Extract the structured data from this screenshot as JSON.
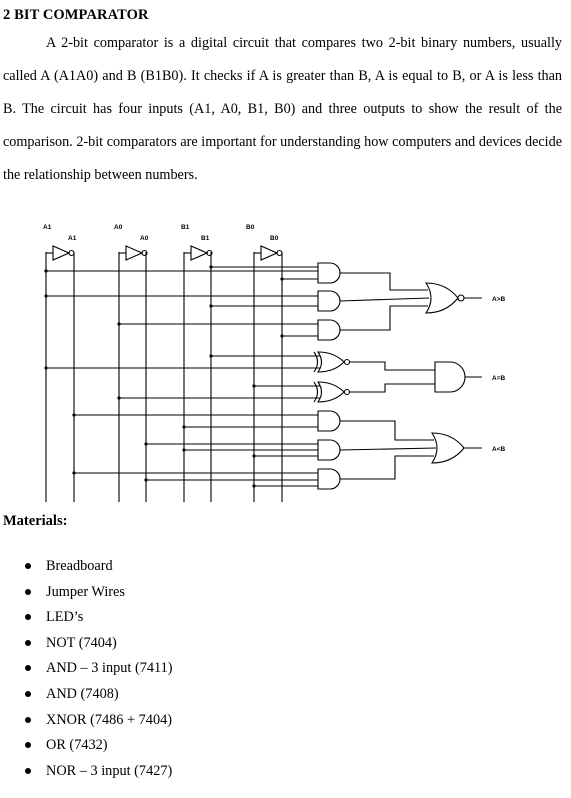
{
  "document": {
    "title": "2 BIT COMPARATOR",
    "paragraph": "A 2-bit comparator is a digital circuit that compares two 2-bit binary numbers, usually called A (A1A0) and B (B1B0). It checks if A is greater than B, A is equal to B, or A is less than B. The circuit has four inputs (A1, A0, B1, B0) and three outputs to show the result of the comparison. 2-bit comparators are important for understanding how computers and devices decide the relationship between numbers."
  },
  "diagram": {
    "inputs_top": [
      "A1",
      "A0",
      "B1",
      "B0"
    ],
    "inputs_inverter": [
      "A1",
      "A0",
      "B1",
      "B0"
    ],
    "outputs": [
      "A>B",
      "A=B",
      "A<B"
    ]
  },
  "materials": {
    "heading": "Materials:",
    "items": [
      "Breadboard",
      "Jumper Wires",
      "LED’s",
      "NOT (7404)",
      "AND – 3 input (7411)",
      "AND (7408)",
      "XNOR (7486 + 7404)",
      "OR (7432)",
      "NOR – 3 input (7427)"
    ]
  }
}
